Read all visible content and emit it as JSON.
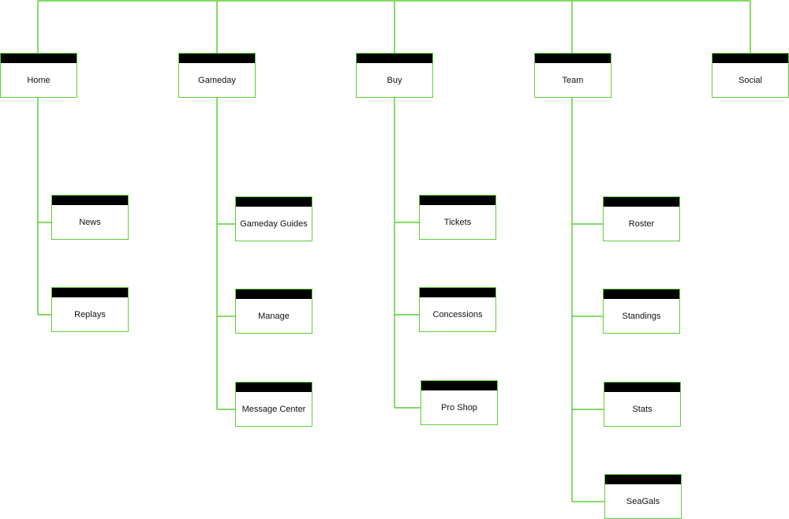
{
  "colors": {
    "connector": "#5cd136",
    "node_border": "#5cd136",
    "node_header": "#000000"
  },
  "sitemap": {
    "sections": [
      {
        "label": "Home",
        "children": [
          "News",
          "Replays"
        ]
      },
      {
        "label": "Gameday",
        "children": [
          "Gameday Guides",
          "Manage",
          "Message Center"
        ]
      },
      {
        "label": "Buy",
        "children": [
          "Tickets",
          "Concessions",
          "Pro Shop"
        ]
      },
      {
        "label": "Team",
        "children": [
          "Roster",
          "Standings",
          "Stats",
          "SeaGals"
        ]
      },
      {
        "label": "Social",
        "children": []
      }
    ]
  }
}
